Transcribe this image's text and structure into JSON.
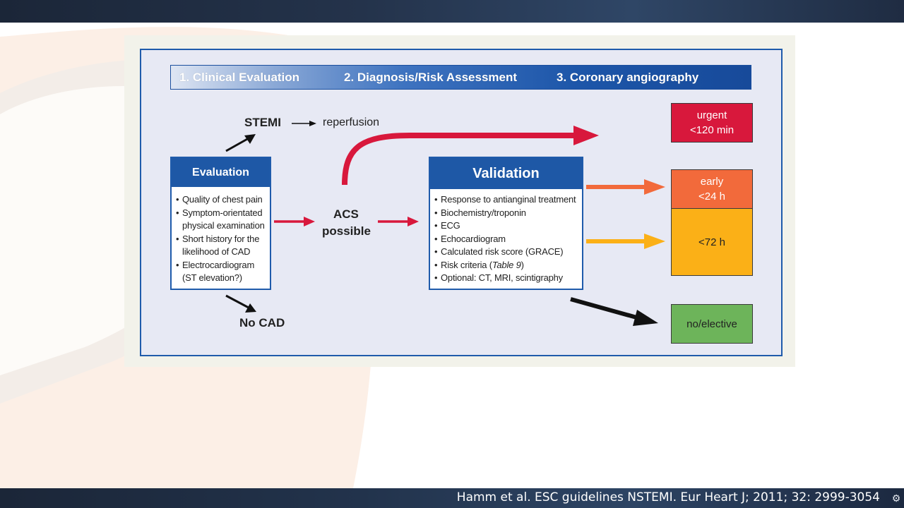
{
  "header": {
    "step1": "1. Clinical Evaluation",
    "step2": "2. Diagnosis/Risk Assessment",
    "step3": "3. Coronary angiography"
  },
  "stemi": {
    "label": "STEMI",
    "arrow_text": "reperfusion"
  },
  "evaluation": {
    "title": "Evaluation",
    "items": [
      "Quality of chest pain",
      "Symptom-orientated",
      "physical examination",
      "Short history for the",
      "likelihood of CAD",
      "Electrocardiogram",
      "(ST elevation?)"
    ]
  },
  "acs": {
    "line1": "ACS",
    "line2": "possible"
  },
  "no_cad": "No CAD",
  "validation": {
    "title": "Validation",
    "items": [
      "Response to antianginal treatment",
      "Biochemistry/troponin",
      "ECG",
      "Echocardiogram",
      "Calculated risk score (GRACE)",
      "Risk criteria (",
      "Table 9",
      ")",
      "Optional: CT, MRI, scintigraphy"
    ]
  },
  "outcomes": {
    "urgent": {
      "line1": "urgent",
      "line2": "<120 min",
      "color": "#d8183c"
    },
    "early": {
      "line1": "early",
      "line2": "<24 h",
      "color": "#f26a3b"
    },
    "h72": {
      "label": "<72 h",
      "color": "#fbb017"
    },
    "elective": {
      "label": "no/elective",
      "color": "#6db45a"
    }
  },
  "colors": {
    "primary_blue": "#1e58a6",
    "arrow_red": "#d8183c",
    "arrow_orange": "#f26a3b",
    "arrow_yellow": "#fbb017",
    "arrow_black": "#111111"
  },
  "citation": "Hamm et al. ESC guidelines NSTEMI. Eur Heart J; 2011; 32: 2999-3054"
}
